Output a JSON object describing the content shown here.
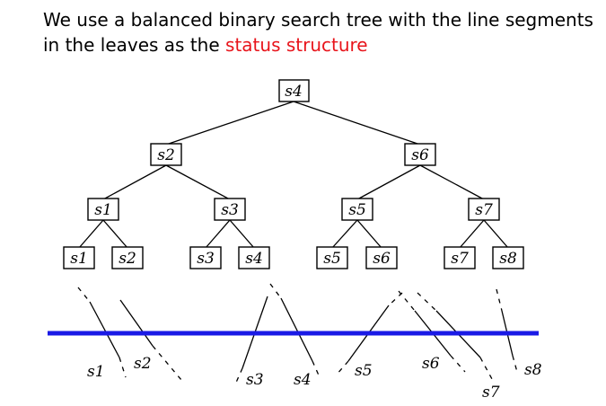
{
  "heading": {
    "line1": "We use a balanced binary search tree with the line segments",
    "line2_prefix": "in the leaves as the ",
    "line2_highlight": "status structure"
  },
  "colors": {
    "highlight": "#e8141b",
    "sweep_line": "#1a1ae6"
  },
  "tree": {
    "root": "s4",
    "level1": [
      "s2",
      "s6"
    ],
    "level2": [
      "s1",
      "s3",
      "s5",
      "s7"
    ],
    "leaves": [
      "s1",
      "s2",
      "s3",
      "s4",
      "s5",
      "s6",
      "s7",
      "s8"
    ]
  },
  "segments": [
    "s1",
    "s2",
    "s3",
    "s4",
    "s5",
    "s6",
    "s7",
    "s8"
  ]
}
